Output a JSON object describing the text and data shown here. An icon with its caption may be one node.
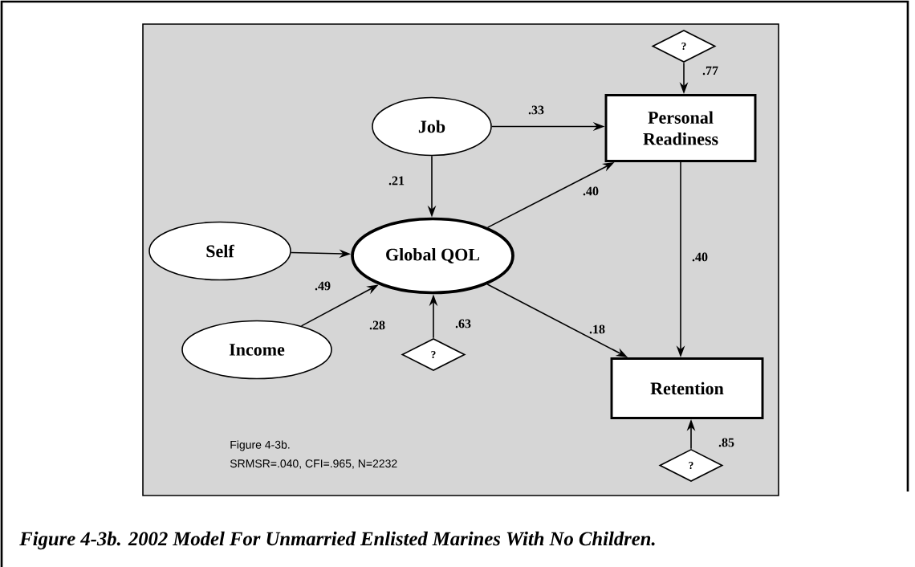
{
  "diagram": {
    "caption": "Figure 4-3b.  2002 Model For Unmarried Enlisted Marines With No Children.",
    "nodes": [
      {
        "text": [
          "Figure 4-3b.",
          "SRMSR=.040,   CFI=.965,   N=2232"
        ]
      },
      {
        "text": [
          "?"
        ],
        "in": 0
      },
      {
        "text": [
          "Job"
        ],
        "in": 0
      },
      {
        "text": [
          "Personal Readiness"
        ],
        "in": 0
      },
      {
        "text": [
          "Self"
        ],
        "in": 0
      },
      {
        "text": [
          "Global QOL"
        ],
        "in": 0
      },
      {
        "text": [
          "Income"
        ],
        "in": 0
      },
      {
        "text": [
          "?"
        ],
        "in": 0
      },
      {
        "text": [
          "Retention"
        ],
        "in": 0
      },
      {
        "text": [
          "?"
        ],
        "in": 0
      }
    ],
    "edges": [
      {
        "from": 1,
        "to": 3,
        "arrow": "to",
        "label": ".77"
      },
      {
        "from": 2,
        "to": 3,
        "arrow": "to",
        "label": ".33"
      },
      {
        "from": 2,
        "to": 5,
        "arrow": "to",
        "label": ".21"
      },
      {
        "from": 4,
        "to": 5,
        "arrow": "to",
        "label": ".49"
      },
      {
        "from": 6,
        "to": 5,
        "arrow": "to",
        "label": ".28"
      },
      {
        "from": 7,
        "to": 5,
        "arrow": "to",
        "label": ".63"
      },
      {
        "from": 5,
        "to": 3,
        "arrow": "to",
        "label": ".40"
      },
      {
        "from": 5,
        "to": 8,
        "arrow": "to",
        "label": ".18"
      },
      {
        "from": 3,
        "to": 8,
        "arrow": "to",
        "label": ".40"
      },
      {
        "from": 9,
        "to": 8,
        "arrow": "to",
        "label": ".85"
      }
    ]
  }
}
